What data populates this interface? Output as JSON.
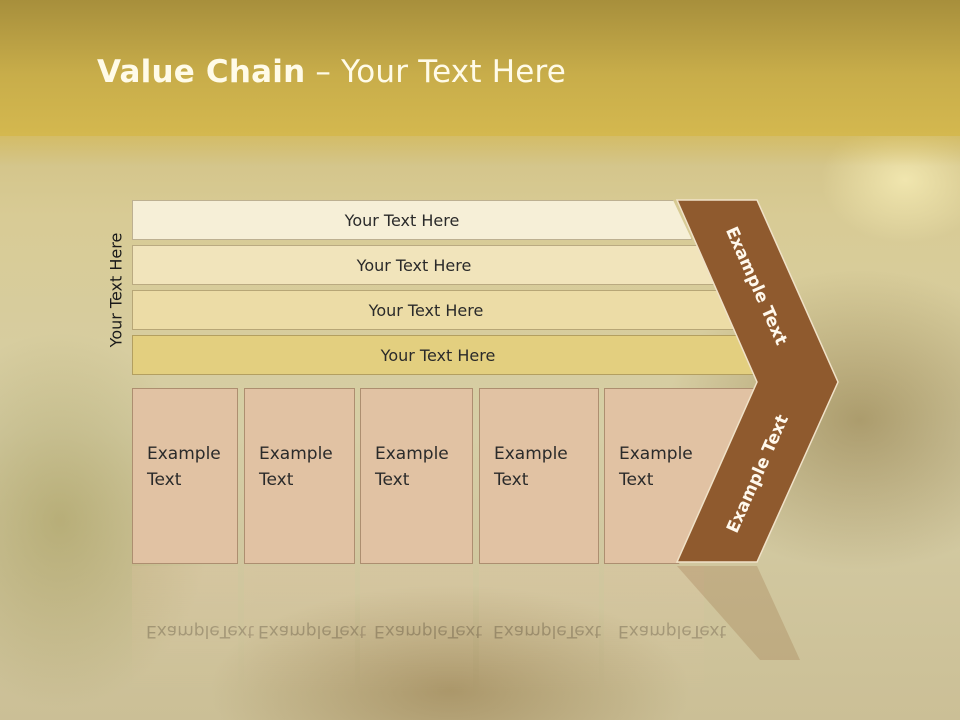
{
  "title": {
    "bold": "Value Chain",
    "rest": " – Your Text Here"
  },
  "side_label": "Your Text Here",
  "bars": [
    "Your Text Here",
    "Your Text Here",
    "Your Text Here",
    "Your Text Here"
  ],
  "columns": [
    {
      "line1": "Example",
      "line2": "Text"
    },
    {
      "line1": "Example",
      "line2": "Text"
    },
    {
      "line1": "Example",
      "line2": "Text"
    },
    {
      "line1": "Example",
      "line2": "Text"
    },
    {
      "line1": "Example",
      "line2": "Text"
    }
  ],
  "chevron": {
    "upper": "Example Text",
    "lower": "Example Text"
  },
  "colors": {
    "title_band": "#c8ad4a",
    "bar1": "#f6efd7",
    "bar2": "#f1e4bb",
    "bar3": "#ecdca6",
    "bar4": "#e3cf7f",
    "column": "#e1c2a3",
    "chevron": "#8f5a2e"
  }
}
